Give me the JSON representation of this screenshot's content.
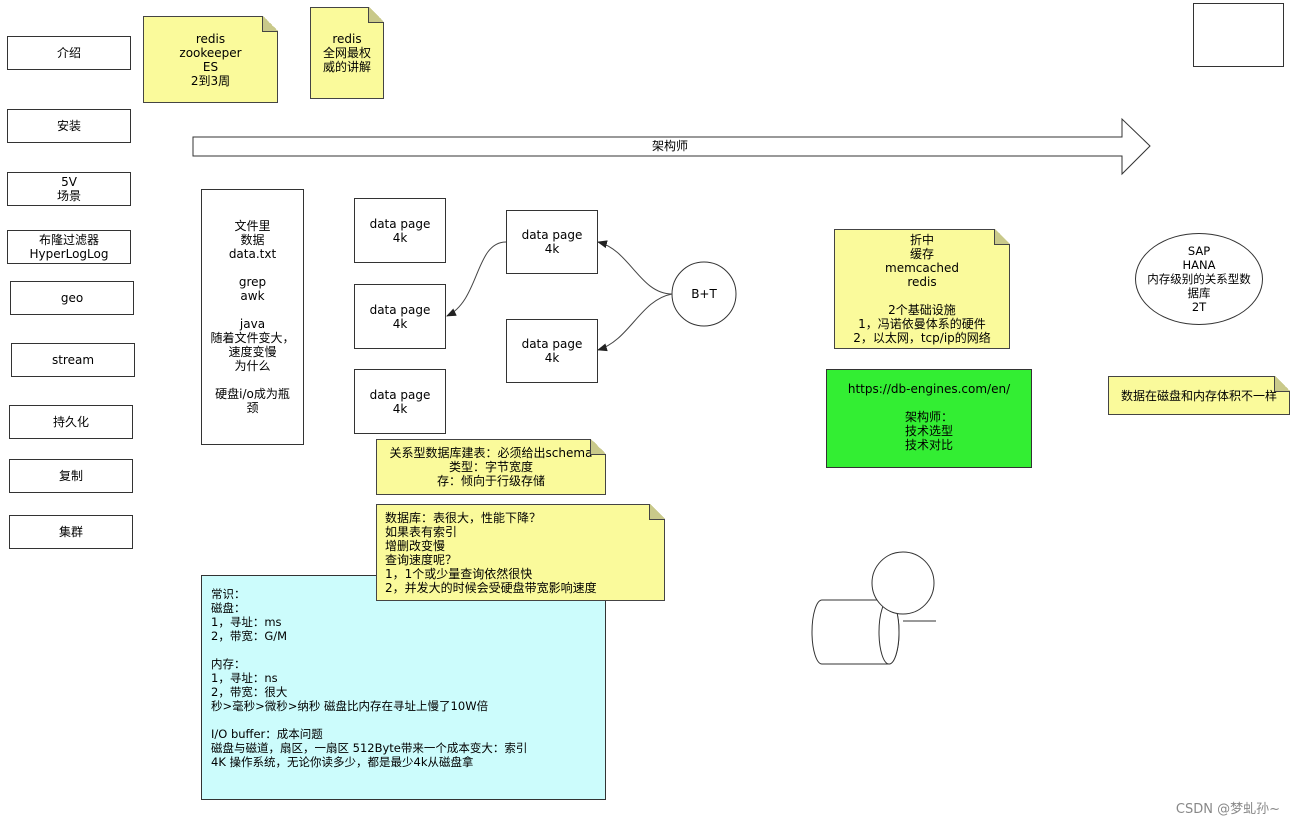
{
  "nav": [
    {
      "label": "介绍"
    },
    {
      "label": "安装"
    },
    {
      "label": "5V\n场景"
    },
    {
      "label": "布隆过滤器\nHyperLogLog"
    },
    {
      "label": "geo"
    },
    {
      "label": "stream"
    },
    {
      "label": "持久化"
    },
    {
      "label": "复制"
    },
    {
      "label": "集群"
    }
  ],
  "notes": {
    "redis_topics": "redis\nzookeeper\nES\n2到3周",
    "redis_auth": "redis\n全网最权\n威的讲解",
    "schema": "关系型数据库建表：必须给出schema\n类型：字节宽度\n存：倾向于行级存储",
    "db_perf": "数据库：表很大，性能下降？\n如果表有索引\n增删改变慢\n查询速度呢？\n1，1个或少量查询依然很快\n2，并发大的时候会受硬盘带宽影响速度",
    "tradeoff": "折中\n缓存\nmemcached\nredis\n\n2个基础设施\n1，冯诺依曼体系的硬件\n2，以太网，tcp/ip的网络",
    "disk_mem_size": "数据在磁盘和内存体积不一样"
  },
  "arrow_label": "架构师",
  "file_box": "文件里\n数据\ndata.txt\n\ngrep\nawk\n\njava\n随着文件变大，\n速度变慢\n为什么\n\n硬盘i/o成为瓶\n颈",
  "pages": {
    "left": [
      "data page\n4k",
      "data page\n4k",
      "data page\n4k"
    ],
    "right": [
      "data page\n4k",
      "data page\n4k"
    ]
  },
  "btree_label": "B+T",
  "dbengines": "https://db-engines.com/en/\n\n架构师：\n技术选型\n技术对比",
  "sap": "SAP\nHANA\n内存级别的关系型数\n据库\n2T",
  "knowledge": "常识：\n磁盘：\n1，寻址：ms\n2，带宽：G/M\n\n内存：\n1，寻址：ns\n2，带宽：很大\n秒>毫秒>微秒>纳秒  磁盘比内存在寻址上慢了10W倍\n\nI/O buffer：成本问题\n磁盘与磁道，扇区，一扇区 512Byte带来一个成本变大：索引\n4K  操作系统，无论你读多少，都是最少4k从磁盘拿",
  "watermark": "CSDN @梦虬孙~",
  "colors": {
    "note": "#fafa9b",
    "green": "#33ee33",
    "cyan": "#ccfcfc"
  }
}
